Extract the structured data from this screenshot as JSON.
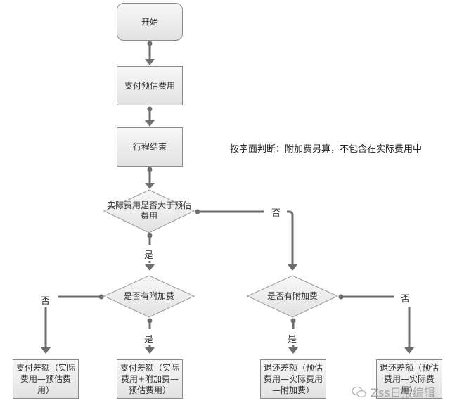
{
  "colors": {
    "connector": "#6e6e6e",
    "node_border": "#8a8a8a",
    "node_fill_top": "#f7f7f7",
    "node_fill_bottom": "#e2e2e2",
    "text": "#333333"
  },
  "nodes": {
    "start": "开始",
    "pay_estimate": "支付预估费用",
    "trip_end": "行程结束",
    "decision_actual_gt_estimate": "实际费用是否大于预估费用",
    "decision_surcharge_left": "是否有附加费",
    "decision_surcharge_right": "是否有附加费",
    "pay_diff_no_surcharge": "支付差额（实际费用—预估费用）",
    "pay_diff_with_surcharge": "支付差额（实际费用+附加费—预估费用）",
    "refund_with_surcharge": "退还差额（预估费用—实际费用—附加费）",
    "refund_no_surcharge": "退还差额（预估费用—实际费用）"
  },
  "edge_labels": {
    "yes": "是",
    "no": "否"
  },
  "note": "按字面判断：附加费另算，不包含在实际费用中",
  "watermark": {
    "icon": "wechat-icon",
    "text": "Zss日报编辑"
  }
}
